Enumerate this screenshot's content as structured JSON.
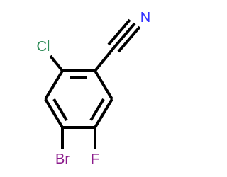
{
  "molecule": {
    "atoms": {
      "nitrogen": {
        "label": "N",
        "color": "#3333ff"
      },
      "chlorine": {
        "label": "Cl",
        "color": "#2e8b57"
      },
      "bromine": {
        "label": "Br",
        "color": "#8b1a8b"
      },
      "fluorine": {
        "label": "F",
        "color": "#8b1a8b"
      }
    },
    "bond_color": "#000000"
  }
}
